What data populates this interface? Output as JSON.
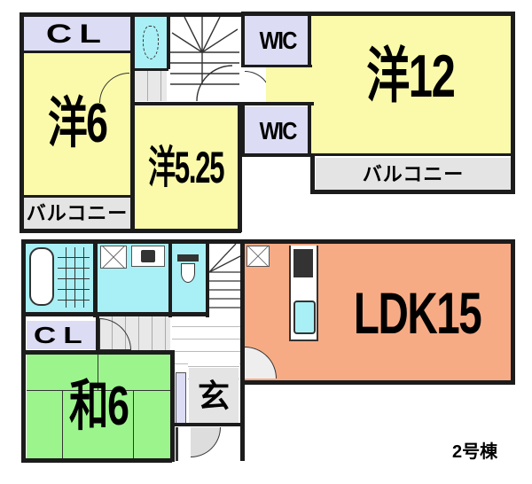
{
  "floor_plan": {
    "building_label": "2号棟",
    "second_floor": {
      "rooms": [
        {
          "id": "cl-2f",
          "label": "CL",
          "type": "closet"
        },
        {
          "id": "western-6",
          "label": "洋6",
          "type": "western-room"
        },
        {
          "id": "balcony-left",
          "label": "バルコニー",
          "type": "balcony"
        },
        {
          "id": "toilet-2f",
          "label": "",
          "type": "toilet"
        },
        {
          "id": "stairs-2f",
          "label": "",
          "type": "stairs"
        },
        {
          "id": "western-525",
          "label": "洋5.25",
          "type": "western-room"
        },
        {
          "id": "wic-top",
          "label": "WIC",
          "type": "walk-in-closet"
        },
        {
          "id": "wic-bottom",
          "label": "WIC",
          "type": "walk-in-closet"
        },
        {
          "id": "western-12",
          "label": "洋12",
          "type": "western-room"
        },
        {
          "id": "balcony-right",
          "label": "バルコニー",
          "type": "balcony"
        }
      ]
    },
    "first_floor": {
      "rooms": [
        {
          "id": "bath",
          "label": "",
          "type": "bathroom"
        },
        {
          "id": "washroom",
          "label": "",
          "type": "washroom"
        },
        {
          "id": "toilet-1f",
          "label": "",
          "type": "toilet"
        },
        {
          "id": "stairs-1f",
          "label": "",
          "type": "stairs"
        },
        {
          "id": "cl-1f",
          "label": "CL",
          "type": "closet"
        },
        {
          "id": "japanese-6",
          "label": "和6",
          "type": "japanese-room"
        },
        {
          "id": "entrance",
          "label": "玄",
          "type": "entrance"
        },
        {
          "id": "ldk-15",
          "label": "LDK15",
          "type": "living-dining-kitchen"
        }
      ]
    },
    "colors": {
      "western_room": "#fafaaa",
      "closet": "#dcdcf5",
      "balcony": "#e4e4e4",
      "wet_area": "#a8f0f5",
      "japanese_room": "#9cf58c",
      "ldk": "#f7ab85",
      "wall": "#1c1c1c"
    }
  }
}
